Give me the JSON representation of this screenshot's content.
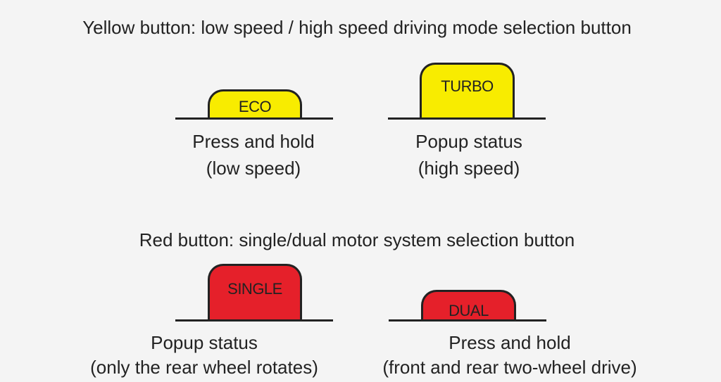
{
  "yellow_section": {
    "heading": "Yellow button: low speed / high speed driving mode selection button",
    "color": "#f8ec00",
    "buttons": [
      {
        "label": "ECO",
        "caption_line1": "Press and hold",
        "caption_line2": "(low speed)",
        "state": "pressed"
      },
      {
        "label": "TURBO",
        "caption_line1": "Popup status",
        "caption_line2": "(high speed)",
        "state": "popup"
      }
    ]
  },
  "red_section": {
    "heading": "Red button: single/dual motor system selection button",
    "color": "#e5202a",
    "buttons": [
      {
        "label": "SINGLE",
        "caption_line1": "Popup status",
        "caption_line2": "(only the rear wheel rotates)",
        "state": "popup"
      },
      {
        "label": "DUAL",
        "caption_line1": "Press and hold",
        "caption_line2": "(front and rear two-wheel drive)",
        "state": "pressed"
      }
    ]
  }
}
